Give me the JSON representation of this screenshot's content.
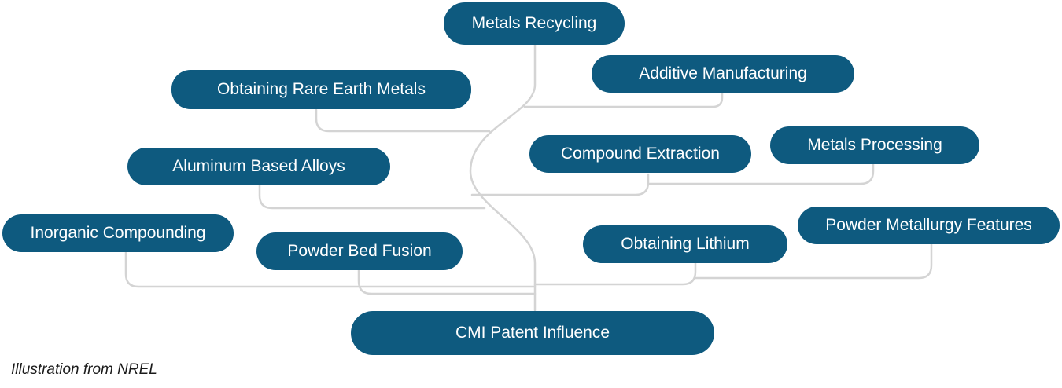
{
  "diagram": {
    "root": "CMI Patent Influence",
    "nodes": {
      "metals_recycling": "Metals Recycling",
      "additive_manufacturing": "Additive Manufacturing",
      "obtaining_rare_earth_metals": "Obtaining Rare Earth Metals",
      "compound_extraction": "Compound Extraction",
      "metals_processing": "Metals Processing",
      "aluminum_based_alloys": "Aluminum Based Alloys",
      "inorganic_compounding": "Inorganic Compounding",
      "powder_bed_fusion": "Powder Bed Fusion",
      "obtaining_lithium": "Obtaining Lithium",
      "powder_metallurgy_features": "Powder Metallurgy Features"
    },
    "colors": {
      "node_fill": "#0e5a7f",
      "node_text": "#ffffff",
      "connector": "#d4d4d4"
    }
  },
  "caption": "Illustration from NREL"
}
